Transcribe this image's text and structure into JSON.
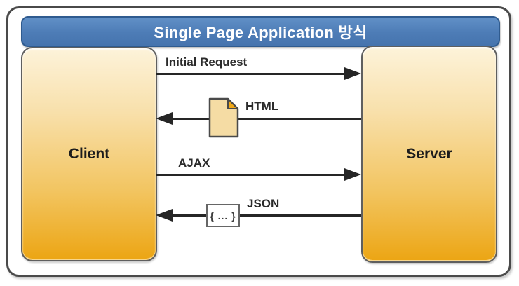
{
  "diagram": {
    "title": "Single Page Application 방식",
    "nodes": {
      "client": {
        "label": "Client"
      },
      "server": {
        "label": "Server"
      }
    },
    "flows": [
      {
        "label": "Initial Request",
        "from": "client",
        "to": "server"
      },
      {
        "label": "HTML",
        "from": "server",
        "to": "client",
        "icon": "html-document-icon"
      },
      {
        "label": "AJAX",
        "from": "client",
        "to": "server"
      },
      {
        "label": "JSON",
        "from": "server",
        "to": "client",
        "icon": "json-braces-chip",
        "chip_text": "{ ... }"
      }
    ],
    "colors": {
      "header_blue": "#4d7cb6",
      "header_border": "#2f5b8f",
      "box_gradient_top": "#fdf3da",
      "box_gradient_bottom": "#eca513",
      "box_border": "#5f5f5f",
      "arrow": "#262626",
      "document_fill": "#f5dca4",
      "document_fold": "#f0a818"
    }
  }
}
